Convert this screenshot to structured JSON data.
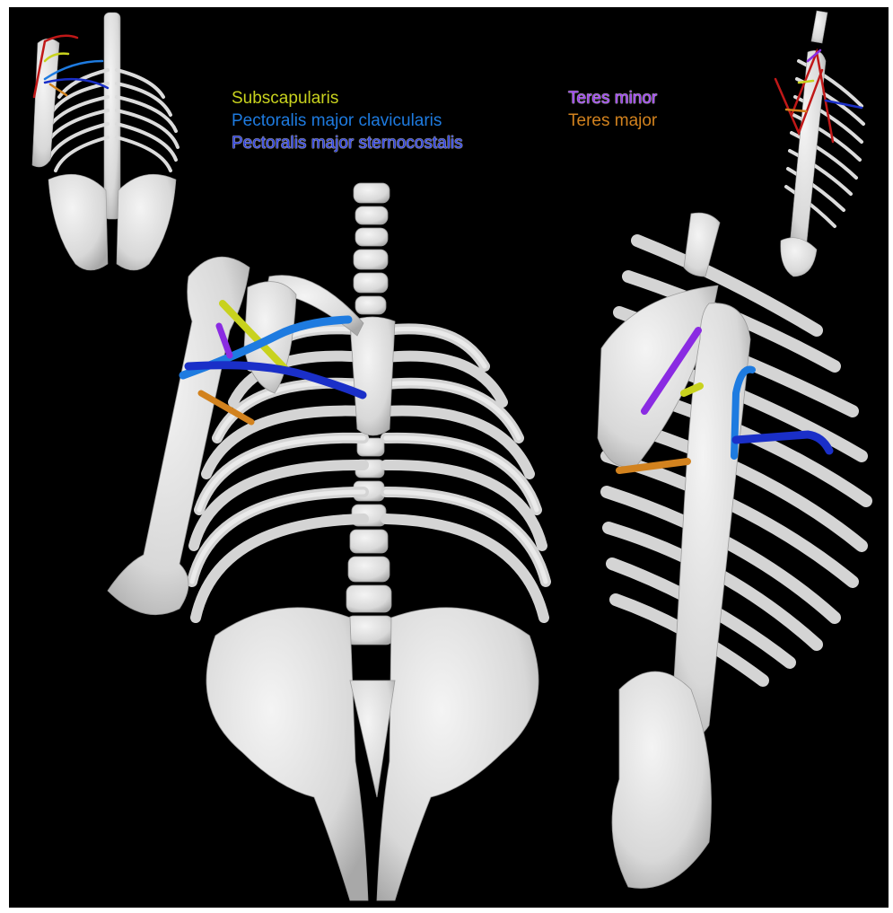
{
  "colors": {
    "background": "#000000",
    "bone": "#e6e6e6",
    "bone_shadow": "#9a9a9a",
    "subscapularis": "#c8d21e",
    "pectoralis_major_clavicularis": "#1e7be0",
    "pectoralis_major_sternocostalis": "#1a2fc8",
    "teres_minor": "#8a2be2",
    "teres_major": "#d2821e",
    "extra_red": "#c01818"
  },
  "legend": {
    "subscapularis": {
      "label": "Subscapularis",
      "color": "#c8d21e"
    },
    "pectoralis_major_clavicularis": {
      "label": "Pectoralis major clavicularis",
      "color": "#1e7be0"
    },
    "pectoralis_major_sternocostalis": {
      "label": "Pectoralis major sternocostalis",
      "color": "#2a3ee0"
    },
    "teres_minor": {
      "label": "Teres minor",
      "color": "#9b3df0"
    },
    "teres_major": {
      "label": "Teres major",
      "color": "#d2821e"
    }
  }
}
